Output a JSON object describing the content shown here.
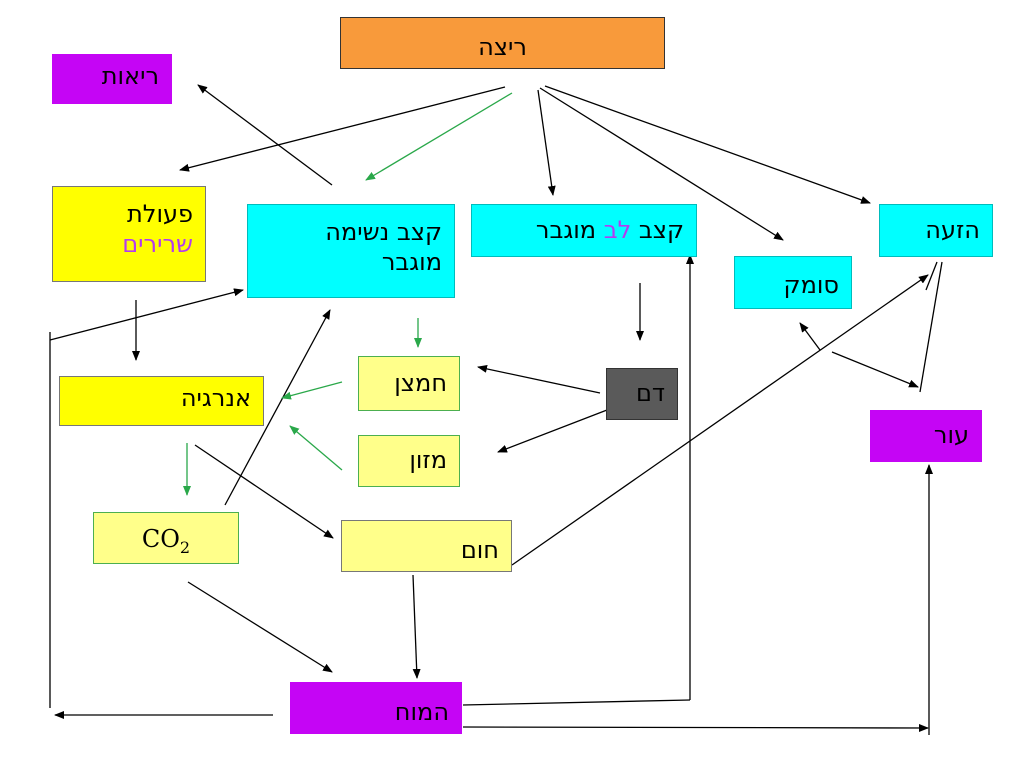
{
  "nodes": {
    "ritza": "ריצה",
    "reot": "ריאות",
    "peulat_line1": "פעולת",
    "peulat_line2": "שרירים",
    "katzav_neshima_line1": "קצב נשימה",
    "katzav_neshima_line2": "מוגבר",
    "katzav_lev_prefix": "קצב",
    "katzav_lev_highlight": "לב",
    "katzav_lev_suffix": "מוגבר",
    "haziya": "הזעה",
    "somak": "סומק",
    "anergia": "אנרגיה",
    "hamtzan": "חמצן",
    "dam": "דם",
    "mazon": "מזון",
    "or": "עור",
    "co2_main": "CO",
    "co2_sub": "2",
    "hom": "חום",
    "hamoah": "המוח"
  },
  "colors": {
    "arrow_black": "#000000",
    "arrow_green": "#2aa84a",
    "orange": "#f89a3b",
    "purple": "#c505f5",
    "yellow": "#ffff00",
    "light_yellow": "#ffff8a",
    "cyan": "#00ffff",
    "gray": "#5a5a5a",
    "highlight_text": "#b43cf0"
  }
}
